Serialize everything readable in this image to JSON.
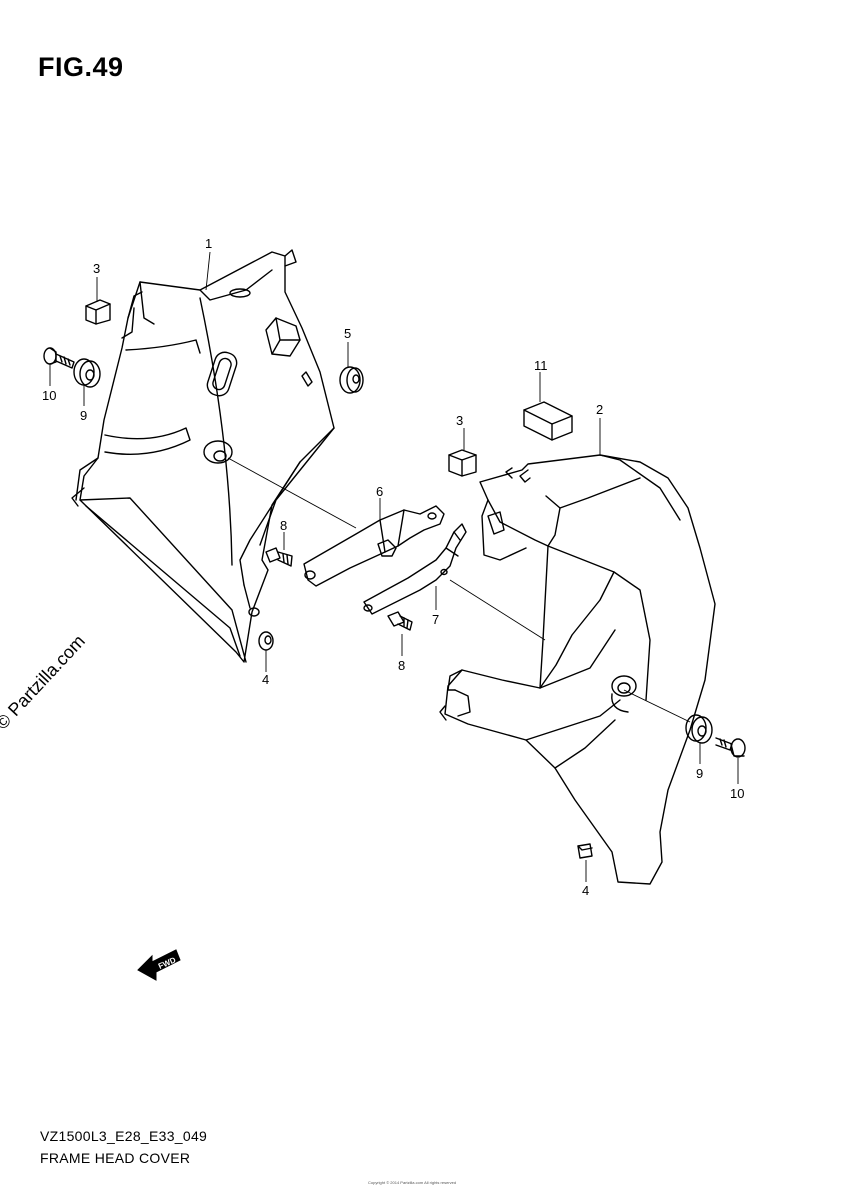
{
  "figure": {
    "label": "FIG.49",
    "model_code": "VZ1500L3_E28_E33_049",
    "name": "FRAME HEAD COVER"
  },
  "watermark": "© Partzilla.com",
  "fine_print": "Copyright © 2014 Partzilla.com All rights reserved",
  "direction_arrow": {
    "text": "FWD",
    "icon": "fwd-arrow-icon"
  },
  "callouts": [
    "1",
    "2",
    "3",
    "3",
    "4",
    "4",
    "5",
    "6",
    "7",
    "8",
    "8",
    "9",
    "9",
    "10",
    "10",
    "11"
  ]
}
